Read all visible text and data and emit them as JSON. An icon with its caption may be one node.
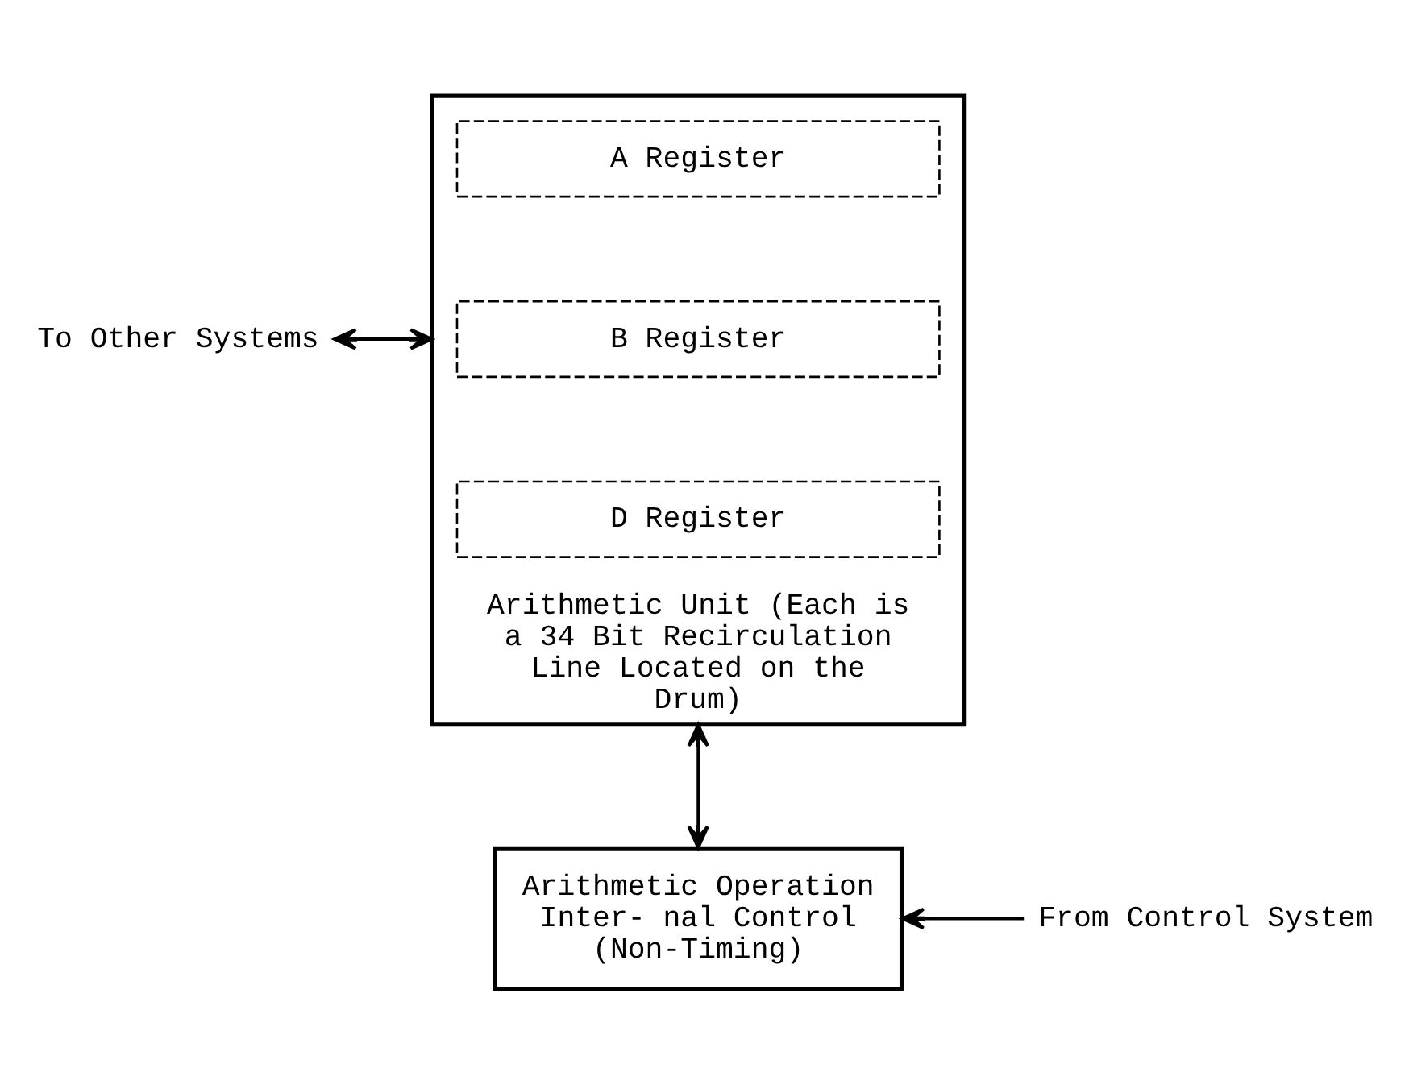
{
  "diagram": {
    "nodes": [
      {
        "text": [
          "Arithmetic Unit (Each is a 34 Bit Recirculation Line Located on the Drum)"
        ]
      },
      {
        "text": [
          "A Register"
        ],
        "in": 0
      },
      {
        "text": [
          "B Register"
        ],
        "in": 0
      },
      {
        "text": [
          "D Register"
        ],
        "in": 0
      },
      {
        "text": [
          "To Other Systems"
        ]
      },
      {
        "text": [
          "Arithmetic Operation Inter- nal Control (Non-Timing)"
        ]
      },
      {
        "text": [
          "From Control System"
        ]
      }
    ],
    "edges": [
      {
        "from": 4,
        "to": 0,
        "arrow": "both"
      },
      {
        "from": 0,
        "to": 5,
        "arrow": "both"
      },
      {
        "from": 6,
        "to": 5,
        "arrow": "to"
      }
    ]
  }
}
